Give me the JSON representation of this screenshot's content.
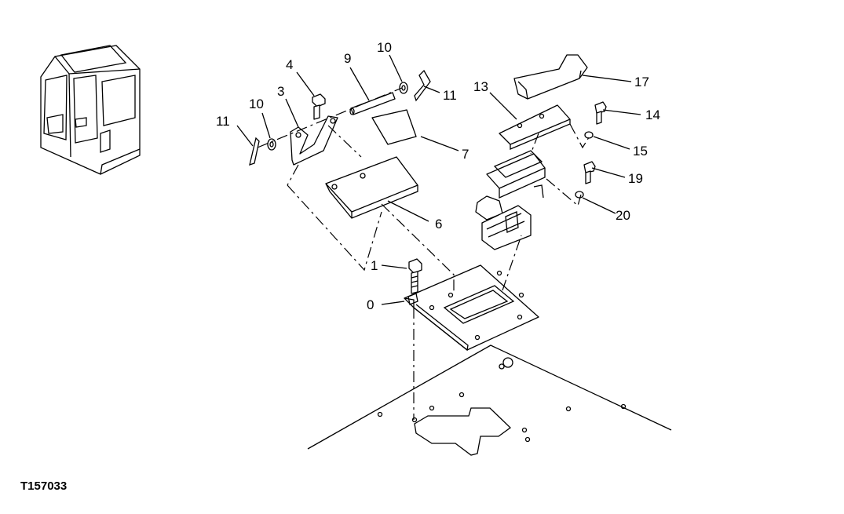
{
  "figure_id": "T157033",
  "callouts": {
    "c0": "0",
    "c1": "1",
    "c3": "3",
    "c4": "4",
    "c6": "6",
    "c7": "7",
    "c9": "9",
    "c10a": "10",
    "c10b": "10",
    "c11a": "11",
    "c11b": "11",
    "c13": "13",
    "c14": "14",
    "c15": "15",
    "c17": "17",
    "c19": "19",
    "c20": "20"
  }
}
